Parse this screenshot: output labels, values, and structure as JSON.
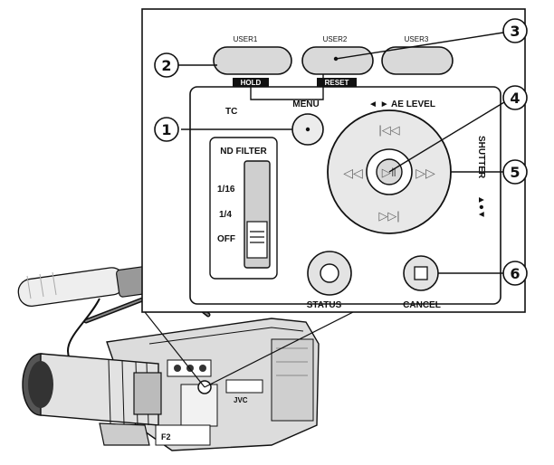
{
  "user_buttons": {
    "user1": "USER1",
    "user2": "USER2",
    "user3": "USER3",
    "hold": "HOLD",
    "reset": "RESET"
  },
  "panel": {
    "tc": "TC",
    "menu": "MENU",
    "ae_level": "◄ ► AE LEVEL",
    "shutter": "SHUTTER",
    "shutter_arrows": "▲●▼",
    "nd_filter": "ND FILTER",
    "nd_values": [
      "1/16",
      "1/4",
      "OFF"
    ],
    "status": "STATUS",
    "cancel": "CANCEL"
  },
  "callouts": [
    "1",
    "2",
    "3",
    "4",
    "5",
    "6"
  ],
  "camera": {
    "brand": "JVC"
  }
}
